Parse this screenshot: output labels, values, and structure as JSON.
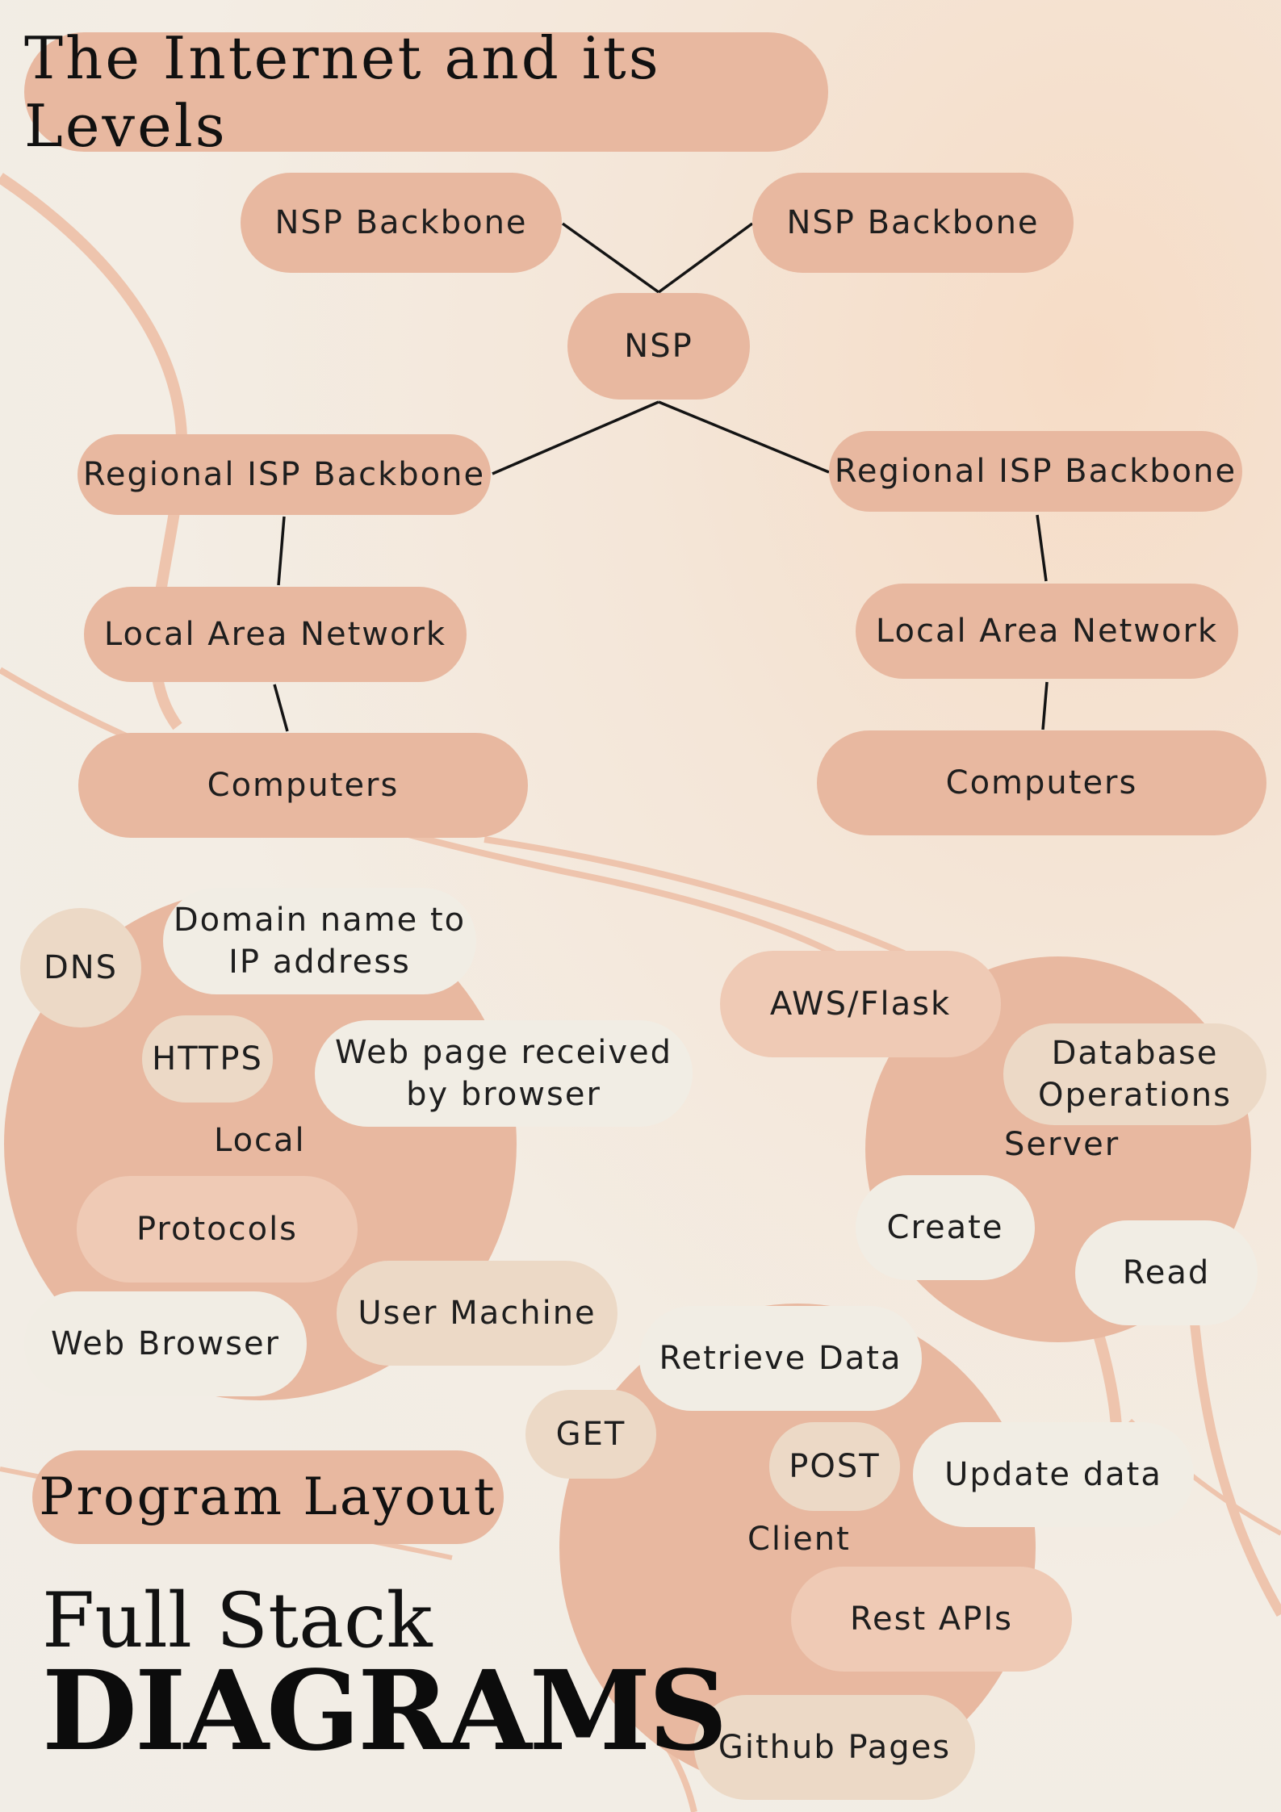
{
  "title": "The Internet and its Levels",
  "network": {
    "nsp_backbone_left": "NSP Backbone",
    "nsp_backbone_right": "NSP Backbone",
    "nsp": "NSP",
    "regional_left": "Regional ISP Backbone",
    "regional_right": "Regional ISP Backbone",
    "lan_left": "Local Area Network",
    "lan_right": "Local Area Network",
    "computers_left": "Computers",
    "computers_right": "Computers"
  },
  "local": {
    "center": "Local",
    "dns": "DNS",
    "domain": "Domain name to\nIP address",
    "https": "HTTPS",
    "webpage": "Web page received\nby browser",
    "protocols": "Protocols",
    "user_machine": "User Machine",
    "web_browser": "Web Browser"
  },
  "server": {
    "center": "Server",
    "aws": "AWS/Flask",
    "database": "Database\nOperations",
    "create": "Create",
    "read": "Read"
  },
  "client": {
    "center": "Client",
    "retrieve": "Retrieve Data",
    "get": "GET",
    "post": "POST",
    "update": "Update data",
    "rest": "Rest APIs",
    "github": "Github Pages"
  },
  "program_layout": "Program Layout",
  "footer": {
    "line1": "Full Stack",
    "line2": "DIAGRAMS"
  }
}
